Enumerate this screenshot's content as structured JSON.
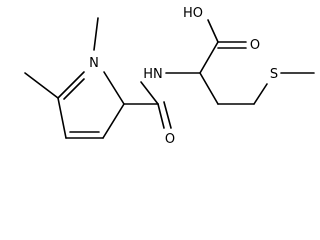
{
  "molecule": {
    "atoms": {
      "hydroxyl": "HO",
      "carbonyl_acid_oxygen": "O",
      "ring_nitrogen": "N",
      "amide_nitrogen": "HN",
      "amide_oxygen": "O",
      "sulfur": "S"
    },
    "colors": {
      "bond": "#000000",
      "background": "#ffffff"
    }
  }
}
